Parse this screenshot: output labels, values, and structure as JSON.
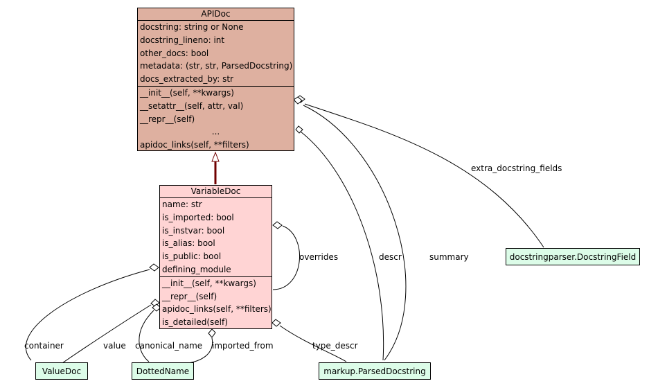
{
  "apidoc": {
    "title": "APIDoc",
    "attributes": [
      "docstring: string or None",
      "docstring_lineno: int",
      "other_docs: bool",
      "metadata: (str, str, ParsedDocstring)",
      "docs_extracted_by: str"
    ],
    "methods": [
      "__init__(self, **kwargs)",
      "__setattr__(self, attr, val)",
      "__repr__(self)",
      "...",
      "apidoc_links(self, **filters)"
    ]
  },
  "variabledoc": {
    "title": "VariableDoc",
    "attributes": [
      "name: str",
      "is_imported: bool",
      "is_instvar: bool",
      "is_alias: bool",
      "is_public: bool",
      "defining_module"
    ],
    "methods": [
      "__init__(self, **kwargs)",
      "__repr__(self)",
      "apidoc_links(self, **filters)",
      "is_detailed(self)"
    ]
  },
  "related": {
    "valuedoc": "ValueDoc",
    "dottedname": "DottedName",
    "parsed_docstring": "markup.ParsedDocstring",
    "docstring_field": "docstringparser.DocstringField"
  },
  "edge_labels": {
    "extra_docstring_fields": "extra_docstring_fields",
    "descr": "descr",
    "summary": "summary",
    "overrides": "overrides",
    "container": "container",
    "value": "value",
    "canonical_name": "canonical_name",
    "imported_from": "imported_from",
    "type_descr": "type_descr"
  },
  "colors": {
    "apidoc_fill": "#deb0a0",
    "variabledoc_fill": "#ffd4d4",
    "related_fill": "#dcfce8",
    "inheritance_line": "#700000"
  }
}
